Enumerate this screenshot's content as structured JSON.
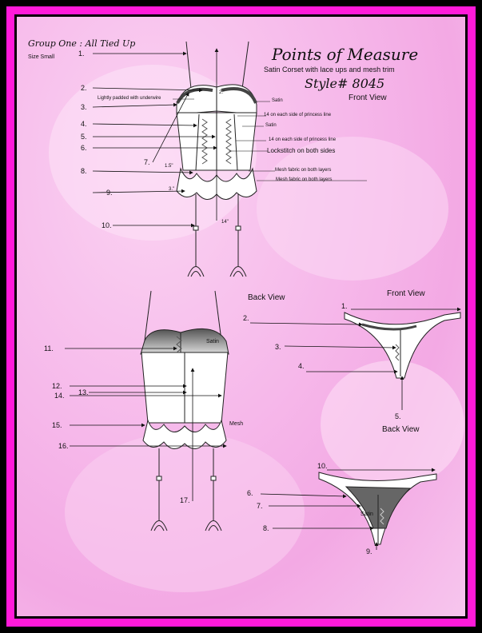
{
  "header": {
    "group": "Group One : All Tied Up",
    "size": "Size Small",
    "title": "Points of Measure",
    "subtitle": "Satin Corset with lace ups and mesh trim",
    "style": "Style# 8045"
  },
  "views": {
    "corset_front": "Front View",
    "corset_back": "Back View",
    "thong_front": "Front View",
    "thong_back": "Back View"
  },
  "corset_front_labels": {
    "n1": "1.",
    "n2": "2.",
    "n3": "3.",
    "n4": "4.",
    "n5": "5.",
    "n6": "6.",
    "n7": "7.",
    "n8": "8.",
    "n9": "9.",
    "n10": "10.",
    "padded": "Lightly padded with underwire",
    "satin1": "Satin",
    "princess1": "14 on each side of princess line",
    "satin2": "Satin",
    "princess2": "14 on each side of princess line",
    "lockstitch": "Lockstitch on both sides",
    "mesh1": "Mesh fabric on both layers",
    "mesh2": "Mesh fabric on both layers",
    "dim15": "1.5\"",
    "dim3": "3.\"",
    "dim14": "14\"",
    "dim2": "2.\""
  },
  "corset_back_labels": {
    "n11": "11.",
    "n12": "12.",
    "n13": "13.",
    "n14": "14.",
    "n15": "15.",
    "n16": "16.",
    "n17": "17.",
    "satin": "Satin",
    "mesh": "Mesh"
  },
  "thong_front_labels": {
    "n1": "1.",
    "n2": "2.",
    "n3": "3.",
    "n4": "4.",
    "n5": "5."
  },
  "thong_back_labels": {
    "n6": "6.",
    "n7": "7.",
    "n8": "8.",
    "n9": "9.",
    "n10": "10.",
    "satin": "Satin"
  },
  "colors": {
    "frame_outer": "#000000",
    "frame_pink": "#ff1ad9",
    "sheet_pink": "#f6b8ea"
  }
}
